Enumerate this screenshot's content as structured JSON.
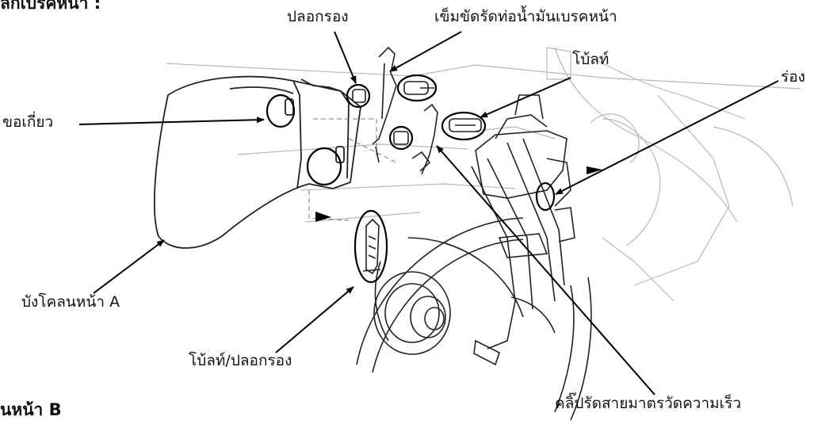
{
  "heading_top": "ลักเบรคหน้า :",
  "heading_bottom": "นหน้า B",
  "labels": {
    "collar": "ปลอกรอง",
    "brake_hose_clamp": "เข็มขัดรัดท่อน้ำมันเบรคหน้า",
    "bolt": "โบ้ลท์",
    "groove": "ร่อง",
    "hook": "ขอเกี่ยว",
    "front_fender_a": "บังโคลนหน้า A",
    "bolt_collar": "โบ้ลท์/ปลอกรอง",
    "speed_cable_clip": "คลิ๊ปรัดสายมาตรวัดความเร็ว"
  }
}
